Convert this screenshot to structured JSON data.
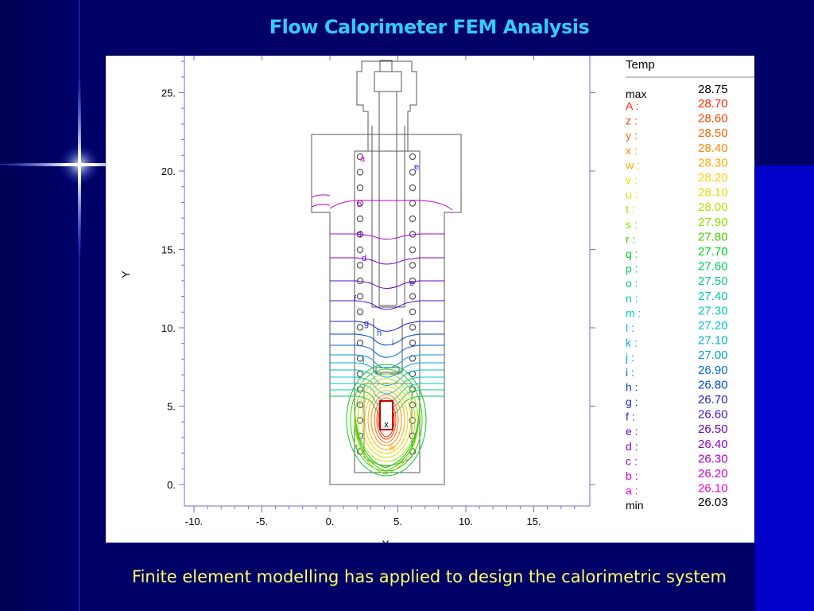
{
  "slide": {
    "title": "Flow Calorimeter FEM Analysis",
    "caption": "Finite element modelling has applied to design the calorimetric system",
    "colors": {
      "background": "#000066",
      "title": "#33ccff",
      "caption": "#ffff66"
    }
  },
  "plot": {
    "ylabel": "Y",
    "xlabel": "X",
    "xticks": [
      "-10.",
      "-5.",
      "0.",
      "5.",
      "10.",
      "15."
    ],
    "yticks": [
      "0.",
      "5.",
      "10.",
      "15.",
      "20.",
      "25."
    ],
    "xrange": [
      -10,
      19
    ],
    "yrange": [
      -1,
      28
    ],
    "sample_label": "x",
    "contour_letters": [
      "a",
      "b",
      "d",
      "d",
      "e",
      "f",
      "g",
      "h",
      "i",
      "j",
      "r",
      "w",
      "e"
    ]
  },
  "legend": {
    "heading": "Temp",
    "max_label": "max",
    "max_value": "28.75",
    "min_label": "min",
    "min_value": "26.03",
    "entries": [
      {
        "label": "A :",
        "value": "28.70",
        "color": "#ff2200"
      },
      {
        "label": "z :",
        "value": "28.60",
        "color": "#ff4400"
      },
      {
        "label": "y :",
        "value": "28.50",
        "color": "#ff6600"
      },
      {
        "label": "x :",
        "value": "28.40",
        "color": "#ff8800"
      },
      {
        "label": "w :",
        "value": "28.30",
        "color": "#ffaa00"
      },
      {
        "label": "v :",
        "value": "28.20",
        "color": "#ffcc00"
      },
      {
        "label": "u :",
        "value": "28.10",
        "color": "#dddd00"
      },
      {
        "label": "t :",
        "value": "28.00",
        "color": "#bbdd00"
      },
      {
        "label": "s :",
        "value": "27.90",
        "color": "#88dd00"
      },
      {
        "label": "r :",
        "value": "27.80",
        "color": "#44cc00"
      },
      {
        "label": "q :",
        "value": "27.70",
        "color": "#00cc22"
      },
      {
        "label": "p :",
        "value": "27.60",
        "color": "#00cc55"
      },
      {
        "label": "o :",
        "value": "27.50",
        "color": "#00cc88"
      },
      {
        "label": "n :",
        "value": "27.40",
        "color": "#00ccaa"
      },
      {
        "label": "m :",
        "value": "27.30",
        "color": "#00cccc"
      },
      {
        "label": "l :",
        "value": "27.20",
        "color": "#00bbdd"
      },
      {
        "label": "k :",
        "value": "27.10",
        "color": "#00aadd"
      },
      {
        "label": "j :",
        "value": "27.00",
        "color": "#0099dd"
      },
      {
        "label": "i :",
        "value": "26.90",
        "color": "#0066dd"
      },
      {
        "label": "h :",
        "value": "26.80",
        "color": "#0044cc"
      },
      {
        "label": "g :",
        "value": "26.70",
        "color": "#2222cc"
      },
      {
        "label": "f :",
        "value": "26.60",
        "color": "#4411cc"
      },
      {
        "label": "e :",
        "value": "26.50",
        "color": "#6600cc"
      },
      {
        "label": "d :",
        "value": "26.40",
        "color": "#8800cc"
      },
      {
        "label": "c :",
        "value": "26.30",
        "color": "#aa00cc"
      },
      {
        "label": "b :",
        "value": "26.20",
        "color": "#cc00cc"
      },
      {
        "label": "a :",
        "value": "26.10",
        "color": "#ee00cc"
      }
    ]
  }
}
